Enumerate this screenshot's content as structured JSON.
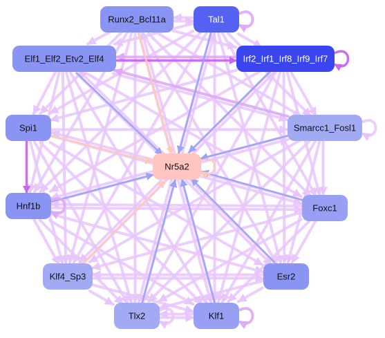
{
  "nodes": [
    {
      "id": "runx2",
      "label": "Runx2_Bcl11a",
      "fill": "#8a94f2",
      "text": "#111111"
    },
    {
      "id": "tal1",
      "label": "Tal1",
      "fill": "#5561f0",
      "text": "#ffffff"
    },
    {
      "id": "elf1",
      "label": "Elf1_Elf2_Etv2_Elf4",
      "fill": "#8a94f2",
      "text": "#111111"
    },
    {
      "id": "irf2",
      "label": "Irf2_Irf1_Irf8_Irf9_Irf7",
      "fill": "#3a44ef",
      "text": "#ffffff"
    },
    {
      "id": "spi1",
      "label": "Spi1",
      "fill": "#8a94f2",
      "text": "#111111"
    },
    {
      "id": "smarcc1",
      "label": "Smarcc1_Fosl1",
      "fill": "#a3aaf4",
      "text": "#111111"
    },
    {
      "id": "nr5a2",
      "label": "Nr5a2",
      "fill": "#ffc6c1",
      "text": "#111111"
    },
    {
      "id": "hnf1b",
      "label": "Hnf1b",
      "fill": "#8a94f2",
      "text": "#111111"
    },
    {
      "id": "foxc1",
      "label": "Foxc1",
      "fill": "#98a0f3",
      "text": "#111111"
    },
    {
      "id": "klf4",
      "label": "Klf4_Sp3",
      "fill": "#a3aaf4",
      "text": "#111111"
    },
    {
      "id": "esr2",
      "label": "Esr2",
      "fill": "#8a94f2",
      "text": "#111111"
    },
    {
      "id": "tlx2",
      "label": "Tlx2",
      "fill": "#a3aaf4",
      "text": "#111111"
    },
    {
      "id": "klf1",
      "label": "Klf1",
      "fill": "#98a0f3",
      "text": "#111111"
    }
  ],
  "colors": {
    "edge_light": "#e8c6fb",
    "edge_mid": "#dcaaf7",
    "edge_strong": "#c966ef",
    "edge_blue": "#9aa3f3",
    "edge_peach": "#ffc9b5"
  },
  "edges": [
    {
      "from": "runx2",
      "to": "tal1",
      "kind": "light"
    },
    {
      "from": "tal1",
      "to": "runx2",
      "kind": "light"
    },
    {
      "from": "runx2",
      "to": "elf1",
      "kind": "light"
    },
    {
      "from": "runx2",
      "to": "irf2",
      "kind": "light"
    },
    {
      "from": "runx2",
      "to": "spi1",
      "kind": "light"
    },
    {
      "from": "runx2",
      "to": "smarcc1",
      "kind": "light"
    },
    {
      "from": "runx2",
      "to": "hnf1b",
      "kind": "light"
    },
    {
      "from": "runx2",
      "to": "foxc1",
      "kind": "light"
    },
    {
      "from": "runx2",
      "to": "klf4",
      "kind": "light"
    },
    {
      "from": "runx2",
      "to": "esr2",
      "kind": "light"
    },
    {
      "from": "runx2",
      "to": "tlx2",
      "kind": "light"
    },
    {
      "from": "runx2",
      "to": "klf1",
      "kind": "light"
    },
    {
      "from": "tal1",
      "to": "elf1",
      "kind": "light"
    },
    {
      "from": "tal1",
      "to": "irf2",
      "kind": "light"
    },
    {
      "from": "tal1",
      "to": "spi1",
      "kind": "light"
    },
    {
      "from": "tal1",
      "to": "smarcc1",
      "kind": "light"
    },
    {
      "from": "tal1",
      "to": "hnf1b",
      "kind": "light"
    },
    {
      "from": "tal1",
      "to": "foxc1",
      "kind": "light"
    },
    {
      "from": "tal1",
      "to": "klf4",
      "kind": "light"
    },
    {
      "from": "tal1",
      "to": "esr2",
      "kind": "light"
    },
    {
      "from": "tal1",
      "to": "tlx2",
      "kind": "light"
    },
    {
      "from": "tal1",
      "to": "klf1",
      "kind": "light"
    },
    {
      "from": "tal1",
      "to": "nr5a2",
      "kind": "blue"
    },
    {
      "from": "elf1",
      "to": "irf2",
      "kind": "strong"
    },
    {
      "from": "irf2",
      "to": "elf1",
      "kind": "mid"
    },
    {
      "from": "elf1",
      "to": "spi1",
      "kind": "light"
    },
    {
      "from": "elf1",
      "to": "smarcc1",
      "kind": "light"
    },
    {
      "from": "elf1",
      "to": "hnf1b",
      "kind": "light"
    },
    {
      "from": "elf1",
      "to": "foxc1",
      "kind": "light"
    },
    {
      "from": "elf1",
      "to": "klf4",
      "kind": "light"
    },
    {
      "from": "elf1",
      "to": "esr2",
      "kind": "light"
    },
    {
      "from": "elf1",
      "to": "tlx2",
      "kind": "light"
    },
    {
      "from": "elf1",
      "to": "klf1",
      "kind": "light"
    },
    {
      "from": "elf1",
      "to": "nr5a2",
      "kind": "blue"
    },
    {
      "from": "irf2",
      "to": "spi1",
      "kind": "light"
    },
    {
      "from": "irf2",
      "to": "smarcc1",
      "kind": "light"
    },
    {
      "from": "irf2",
      "to": "hnf1b",
      "kind": "light"
    },
    {
      "from": "irf2",
      "to": "foxc1",
      "kind": "light"
    },
    {
      "from": "irf2",
      "to": "klf4",
      "kind": "light"
    },
    {
      "from": "irf2",
      "to": "esr2",
      "kind": "light"
    },
    {
      "from": "irf2",
      "to": "tlx2",
      "kind": "light"
    },
    {
      "from": "irf2",
      "to": "klf1",
      "kind": "light"
    },
    {
      "from": "irf2",
      "to": "nr5a2",
      "kind": "blue"
    },
    {
      "from": "spi1",
      "to": "hnf1b",
      "kind": "strong"
    },
    {
      "from": "spi1",
      "to": "smarcc1",
      "kind": "light"
    },
    {
      "from": "spi1",
      "to": "foxc1",
      "kind": "light"
    },
    {
      "from": "spi1",
      "to": "klf4",
      "kind": "light"
    },
    {
      "from": "spi1",
      "to": "esr2",
      "kind": "light"
    },
    {
      "from": "spi1",
      "to": "tlx2",
      "kind": "light"
    },
    {
      "from": "spi1",
      "to": "klf1",
      "kind": "light"
    },
    {
      "from": "spi1",
      "to": "nr5a2",
      "kind": "peach"
    },
    {
      "from": "smarcc1",
      "to": "hnf1b",
      "kind": "light"
    },
    {
      "from": "smarcc1",
      "to": "foxc1",
      "kind": "light"
    },
    {
      "from": "smarcc1",
      "to": "klf4",
      "kind": "light"
    },
    {
      "from": "smarcc1",
      "to": "esr2",
      "kind": "light"
    },
    {
      "from": "smarcc1",
      "to": "tlx2",
      "kind": "light"
    },
    {
      "from": "smarcc1",
      "to": "klf1",
      "kind": "light"
    },
    {
      "from": "smarcc1",
      "to": "nr5a2",
      "kind": "blue"
    },
    {
      "from": "smarcc1",
      "to": "elf1",
      "kind": "mid"
    },
    {
      "from": "hnf1b",
      "to": "foxc1",
      "kind": "light"
    },
    {
      "from": "hnf1b",
      "to": "klf4",
      "kind": "light"
    },
    {
      "from": "hnf1b",
      "to": "esr2",
      "kind": "light"
    },
    {
      "from": "hnf1b",
      "to": "tlx2",
      "kind": "light"
    },
    {
      "from": "hnf1b",
      "to": "klf1",
      "kind": "light"
    },
    {
      "from": "hnf1b",
      "to": "nr5a2",
      "kind": "blue"
    },
    {
      "from": "foxc1",
      "to": "klf4",
      "kind": "light"
    },
    {
      "from": "foxc1",
      "to": "esr2",
      "kind": "light"
    },
    {
      "from": "foxc1",
      "to": "tlx2",
      "kind": "light"
    },
    {
      "from": "foxc1",
      "to": "klf1",
      "kind": "light"
    },
    {
      "from": "foxc1",
      "to": "nr5a2",
      "kind": "blue"
    },
    {
      "from": "foxc1",
      "to": "hnf1b",
      "kind": "light"
    },
    {
      "from": "klf4",
      "to": "esr2",
      "kind": "light"
    },
    {
      "from": "klf4",
      "to": "tlx2",
      "kind": "light"
    },
    {
      "from": "klf4",
      "to": "klf1",
      "kind": "light"
    },
    {
      "from": "klf4",
      "to": "nr5a2",
      "kind": "peach"
    },
    {
      "from": "esr2",
      "to": "tlx2",
      "kind": "light"
    },
    {
      "from": "esr2",
      "to": "klf1",
      "kind": "light"
    },
    {
      "from": "esr2",
      "to": "nr5a2",
      "kind": "blue"
    },
    {
      "from": "esr2",
      "to": "klf4",
      "kind": "light"
    },
    {
      "from": "tlx2",
      "to": "klf1",
      "kind": "light"
    },
    {
      "from": "klf1",
      "to": "tlx2",
      "kind": "light"
    },
    {
      "from": "tlx2",
      "to": "nr5a2",
      "kind": "blue"
    },
    {
      "from": "klf1",
      "to": "nr5a2",
      "kind": "blue"
    },
    {
      "from": "runx2",
      "to": "nr5a2",
      "kind": "peach"
    },
    {
      "from": "klf1",
      "to": "runx2",
      "kind": "light"
    },
    {
      "from": "tlx2",
      "to": "tal1",
      "kind": "light"
    },
    {
      "from": "esr2",
      "to": "elf1",
      "kind": "light"
    },
    {
      "from": "foxc1",
      "to": "spi1",
      "kind": "light"
    },
    {
      "from": "klf4",
      "to": "irf2",
      "kind": "light"
    },
    {
      "from": "hnf1b",
      "to": "smarcc1",
      "kind": "light"
    }
  ],
  "self_loops": [
    {
      "node": "tal1",
      "side": "right",
      "kind": "mid"
    },
    {
      "node": "irf2",
      "side": "right",
      "kind": "strong"
    },
    {
      "node": "smarcc1",
      "side": "right",
      "kind": "light"
    },
    {
      "node": "hnf1b",
      "side": "right",
      "kind": "mid"
    },
    {
      "node": "nr5a2",
      "side": "right",
      "kind": "peach"
    },
    {
      "node": "klf1",
      "side": "right",
      "kind": "mid"
    },
    {
      "node": "tlx2",
      "side": "right",
      "kind": "light"
    }
  ]
}
